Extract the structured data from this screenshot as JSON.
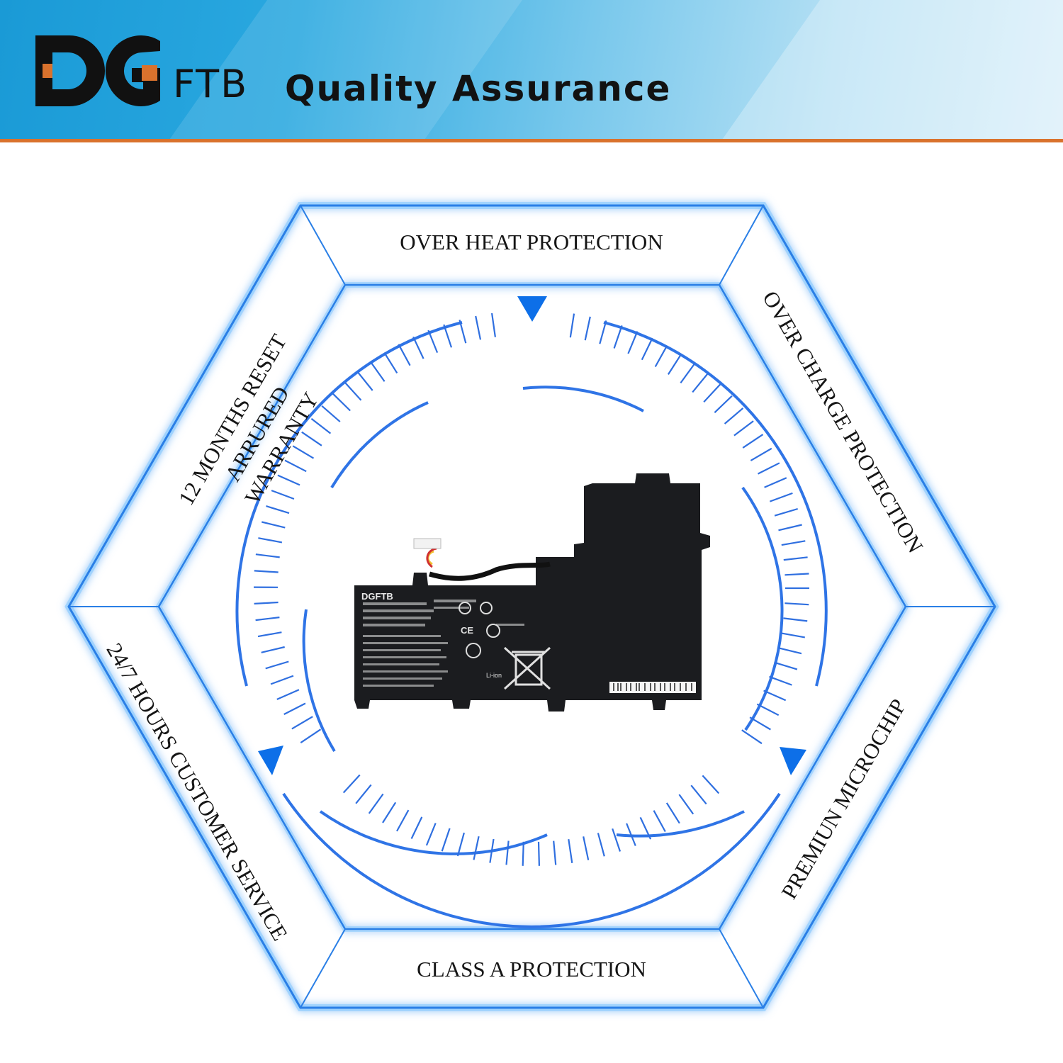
{
  "header": {
    "brand_ftb": "FTB",
    "tagline": "Quality Assurance",
    "accent_color": "#d9722d",
    "logo_color": "#111111"
  },
  "features": {
    "top": "OVER HEAT PROTECTION",
    "upper_right": "OVER CHARGE PROTECTION",
    "lower_right": "PREMIUN MICROCHIP",
    "bottom": "CLASS A PROTECTION",
    "lower_left": "24/7 HOURS CUSTOMER SERVICE",
    "upper_left_line1": "12 MONTHS RESET ARRURED",
    "upper_left_line2": "WARRANTY"
  },
  "battery_label": {
    "brand": "DGFTB",
    "chemistry": "Li-ion",
    "ce_mark": "CE"
  },
  "colors": {
    "hex_outline": "#2a7fe6",
    "tick_color": "#2f6fe0",
    "arrow_color": "#0d6fe8"
  }
}
